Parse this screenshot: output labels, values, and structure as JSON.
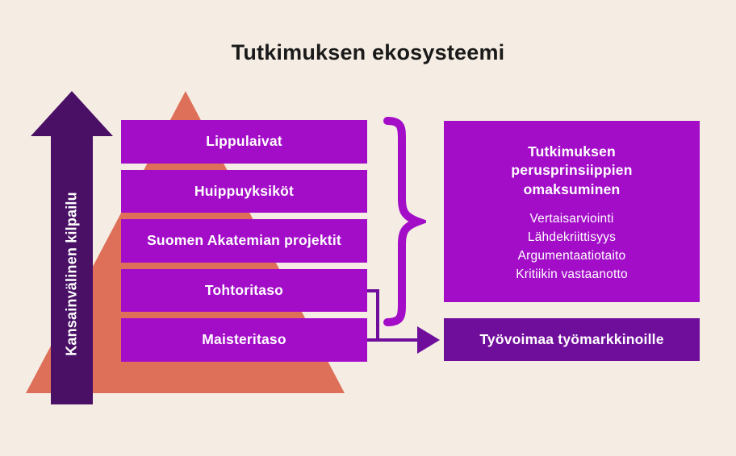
{
  "title": "Tutkimuksen ekosysteemi",
  "competition_arrow": {
    "label": "Kansainvälinen kilpailu"
  },
  "pyramid_levels": [
    "Lippulaivat",
    "Huippuyksiköt",
    "Suomen Akatemian projektit",
    "Tohtoritaso",
    "Maisteritaso"
  ],
  "principles_box": {
    "heading": "Tutkimuksen perusprinsiippien omaksuminen",
    "items": [
      "Vertaisarviointi",
      "Lähdekriittisyys",
      "Argumentaatiotaito",
      "Kritiikin vastaanotto"
    ]
  },
  "workforce_box": {
    "label": "Työvoimaa työmarkkinoille"
  },
  "colors": {
    "background": "#F5EDE3",
    "magenta": "#A30DC8",
    "dark_purple": "#491065",
    "deep_purple": "#700E9C",
    "salmon": "#DE7059",
    "title_text": "#1A1A1A",
    "white": "#FFFFFF"
  }
}
